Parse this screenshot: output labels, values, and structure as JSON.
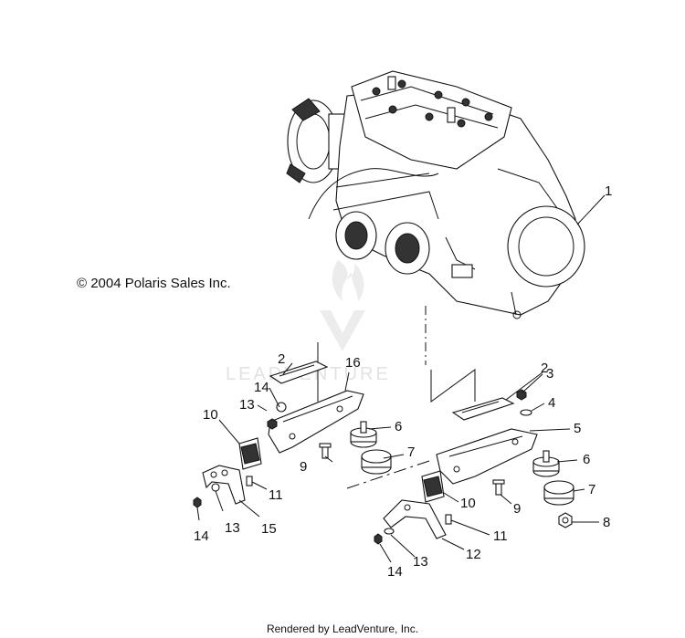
{
  "copyright": "© 2004 Polaris Sales Inc.",
  "footer": "Rendered by LeadVenture, Inc.",
  "watermark": "LEADVENTURE",
  "callouts": {
    "c1": "1",
    "c2a": "2",
    "c2b": "2",
    "c3": "3",
    "c4": "4",
    "c5": "5",
    "c6a": "6",
    "c6b": "6",
    "c7a": "7",
    "c7b": "7",
    "c8": "8",
    "c9a": "9",
    "c9b": "9",
    "c10a": "10",
    "c10b": "10",
    "c11a": "11",
    "c11b": "11",
    "c12": "12",
    "c13a": "13",
    "c13b": "13",
    "c13c": "13",
    "c14a": "14",
    "c14b": "14",
    "c14c": "14",
    "c15": "15",
    "c16": "16"
  }
}
